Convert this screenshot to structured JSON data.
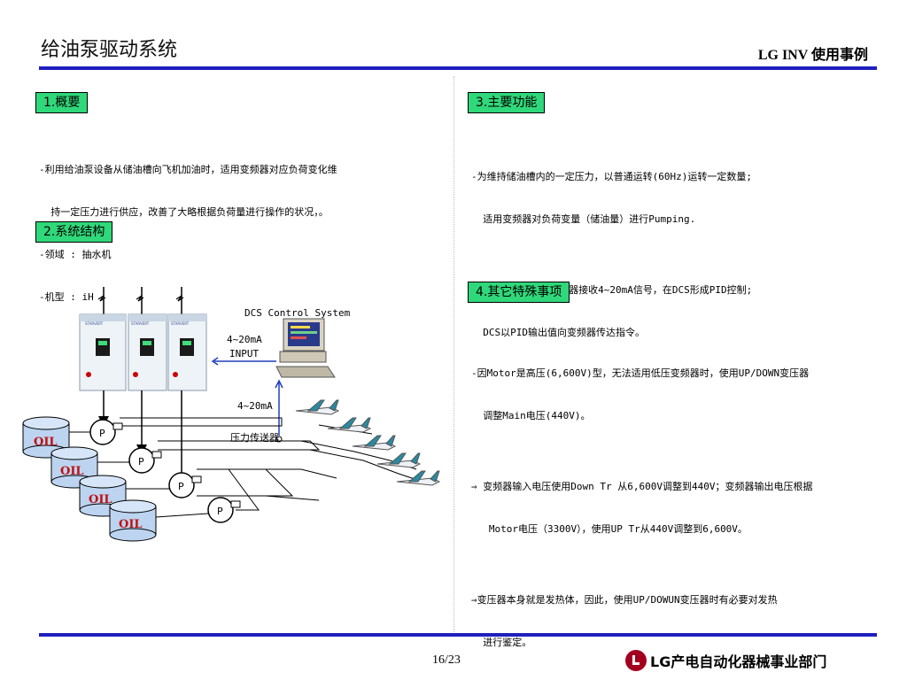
{
  "header": {
    "title": "给油泵驱动系统",
    "brand": "LG INV 使用事例"
  },
  "sections": {
    "s1": {
      "heading": "1.概要",
      "lines": [
        "-利用给油泵设备从储油槽向飞机加油时，适用变频器对应负荷变化维",
        "  持一定压力进行供应，改善了大略根据负荷量进行操作的状况，。",
        "-领域 : 抽水机",
        "-机型 : iH"
      ]
    },
    "s2": {
      "heading": "2.系统结构"
    },
    "s3": {
      "heading": "3.主要功能",
      "lines": [
        "-为维持储油槽内的一定压力，以普通运转(60Hz)运转一定数量;",
        "  适用变频器对负荷变量（储油量）进行Pumping.",
        "",
        "-PID控制:从压力发生器接收4~20mA信号，在DCS形成PID控制;",
        "  DCS以PID输出值向变频器传达指令。"
      ]
    },
    "s4": {
      "heading": "4.其它特殊事项",
      "lines": [
        "-因Motor是高压(6,600V)型，无法适用低压变频器时，使用UP/DOWN变压器",
        "  调整Main电压(440V)。",
        "",
        "⇒ 变频器输入电压使用Down Tr 从6,600V调整到440V；变频器输出电压根据",
        "   Motor电压（3300V），使用UP Tr从440V调整到6,600V。",
        "",
        "⇒变压器本身就是发热体，因此，使用UP/DOWUN变压器时有必要对发热",
        "  进行鉴定。"
      ]
    }
  },
  "diagram": {
    "dcs_label": "DCS Control System",
    "input_label_1": "4~20mA",
    "input_label_2": "INPUT",
    "mA_label": "4~20mA",
    "sensor_label": "压力传送器",
    "oil_label": "OIL",
    "pump_label": "P",
    "inverter_brand": "STARVERT"
  },
  "footer": {
    "page": "16/23",
    "department": "LG产电自动化器械事业部门"
  },
  "colors": {
    "accent_blue": "#1f1fbf",
    "section_green": "#2fd87a",
    "logo_red": "#a3001f"
  }
}
